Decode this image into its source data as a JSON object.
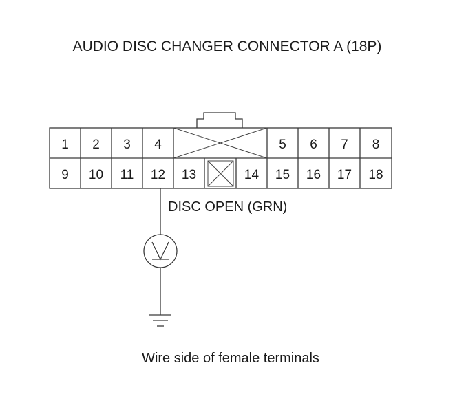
{
  "diagram": {
    "title": "AUDIO DISC CHANGER CONNECTOR A (18P)",
    "caption": "Wire side of female terminals",
    "wire_label": "DISC OPEN (GRN)",
    "meter_symbol": "V",
    "top_row_pins": [
      "1",
      "2",
      "3",
      "4",
      "",
      "5",
      "6",
      "7",
      "8"
    ],
    "bottom_row_pins": [
      "9",
      "10",
      "11",
      "12",
      "13",
      "",
      "14",
      "15",
      "16",
      "17",
      "18"
    ],
    "probed_pin": "12",
    "colors": {
      "line": "#3a3a3a",
      "text": "#1a1a1a",
      "background": "#ffffff"
    }
  }
}
